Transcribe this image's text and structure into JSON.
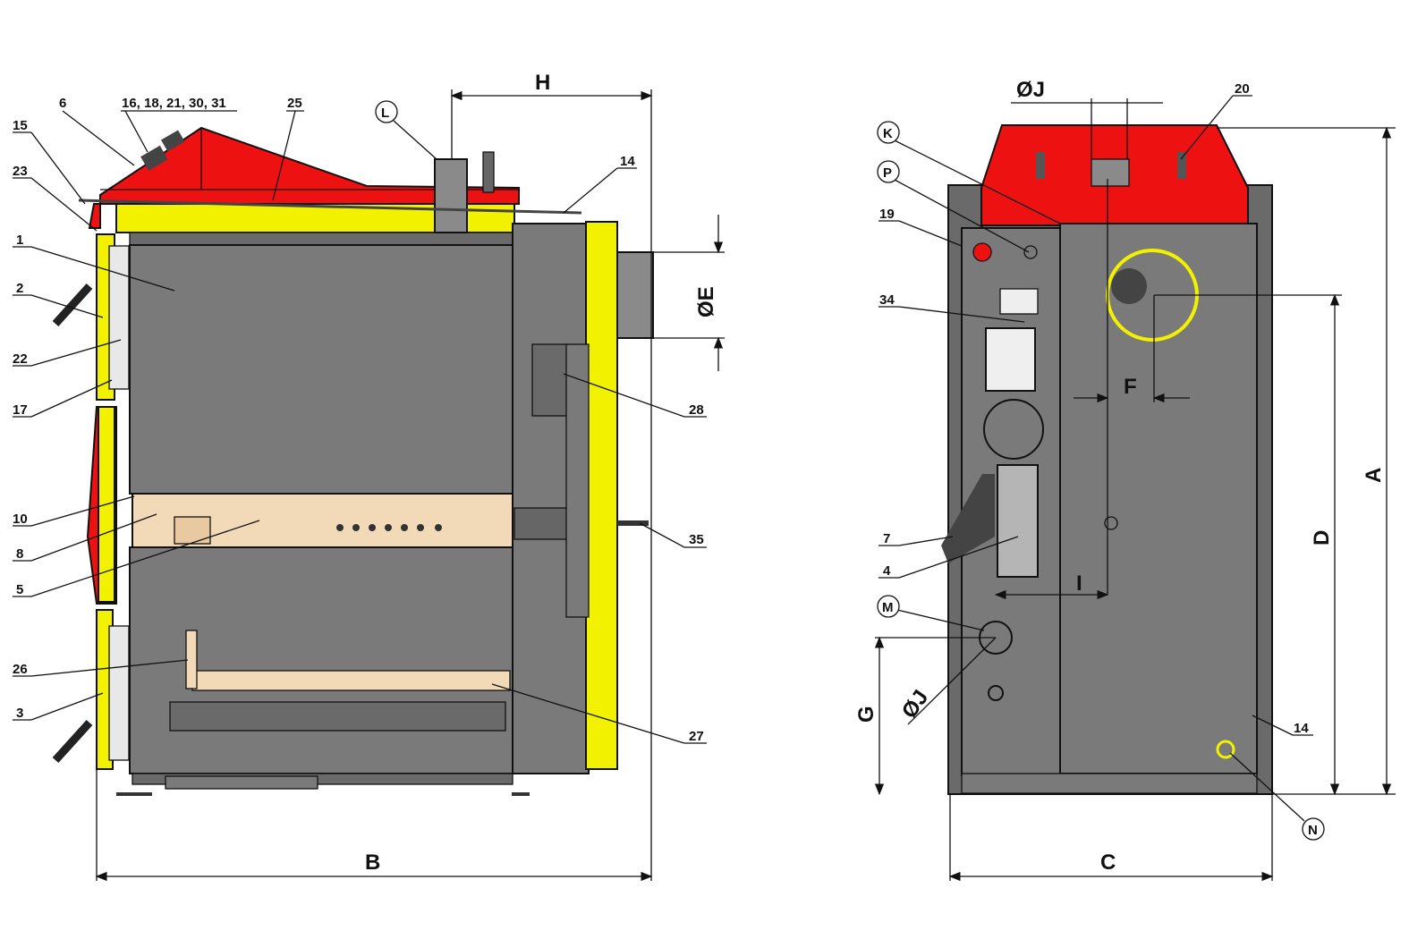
{
  "colors": {
    "body": "#7a7a7a",
    "dark": "#4a4a4a",
    "red": "#ee1111",
    "yellow": "#f2f200",
    "beige": "#f2d9b8",
    "light": "#e8e8e8"
  },
  "side_view": {
    "callouts": [
      "6",
      "16, 18, 21, 30, 31",
      "25",
      "15",
      "23",
      "1",
      "2",
      "22",
      "17",
      "10",
      "8",
      "5",
      "26",
      "3",
      "14",
      "28",
      "35",
      "27"
    ],
    "circle_labels": [
      "L"
    ],
    "dimensions": {
      "B": "B",
      "H": "H",
      "E": "ØE"
    }
  },
  "rear_view": {
    "callouts": [
      "20",
      "19",
      "34",
      "7",
      "4",
      "14"
    ],
    "circle_labels": [
      "K",
      "P",
      "M",
      "N"
    ],
    "dimensions": {
      "J_top": "ØJ",
      "F": "F",
      "A": "A",
      "D": "D",
      "I": "I",
      "G": "G",
      "J_bottom": "ØJ",
      "C": "C"
    }
  }
}
